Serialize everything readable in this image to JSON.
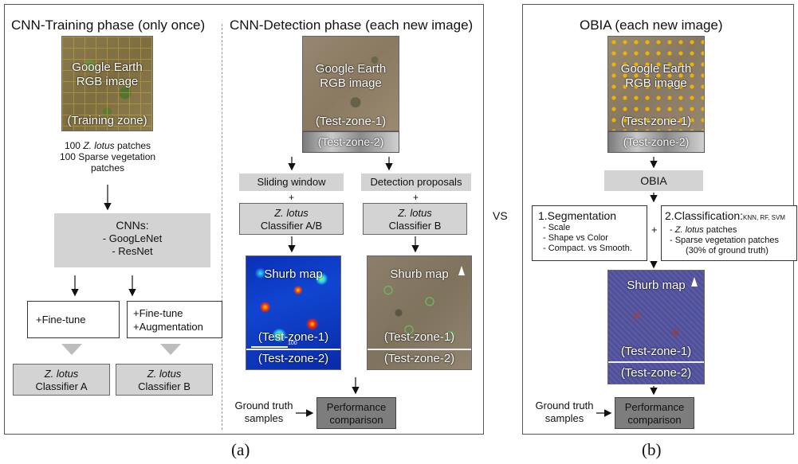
{
  "panel_a": {
    "training_title": "CNN-Training phase (only once)",
    "training_image": {
      "line1": "Google Earth",
      "line2": "RGB image",
      "zone": "(Training zone)"
    },
    "patches": {
      "line1_species": "Z. lotus",
      "line1_prefix": "100 ",
      "line1_suffix": " patches",
      "line2": "100 Sparse vegetation",
      "line3": "patches"
    },
    "cnns": {
      "title": "CNNs:",
      "item1": "- GoogLeNet",
      "item2": "- ResNet"
    },
    "finetune": "+Fine-tune",
    "finetune_aug_1": "+Fine-tune",
    "finetune_aug_2": "+Augmentation",
    "classifier_a": {
      "species": "Z. lotus",
      "label": "Classifier A"
    },
    "classifier_b": {
      "species": "Z. lotus",
      "label": "Classifier B"
    },
    "detection_title": "CNN-Detection phase (each new image)",
    "detection_image": {
      "line1": "Google Earth",
      "line2": "RGB image",
      "zone1": "(Test-zone-1)",
      "zone2": "(Test-zone-2)"
    },
    "sliding_window": "Sliding window",
    "detection_proposals": "Detection proposals",
    "plus": "+",
    "classifier_ab": {
      "species": "Z. lotus",
      "label": "Classifier A/B"
    },
    "classifier_b2": {
      "species": "Z. lotus",
      "label": "Classifier B"
    },
    "shrub_map_left": {
      "title": "Shurb map",
      "zone1": "(Test-zone-1)",
      "zone2": "(Test-zone-2)",
      "scale": "100"
    },
    "shrub_map_right": {
      "title": "Shurb map",
      "zone1": "(Test-zone-1)",
      "zone2": "(Test-zone-2)"
    },
    "ground_truth_1": "Ground truth",
    "ground_truth_2": "samples",
    "performance_1": "Performance",
    "performance_2": "comparison",
    "caption": "(a)"
  },
  "vs": "VS",
  "panel_b": {
    "title": "OBIA (each new image)",
    "image": {
      "line1": "Google Earth",
      "line2": "RGB image",
      "zone1": "(Test-zone-1)",
      "zone2": "(Test-zone-2)"
    },
    "obia": "OBIA",
    "segmentation": {
      "title": "1.Segmentation",
      "i1": "- Scale",
      "i2": "- Shape vs Color",
      "i3": "- Compact. vs Smooth."
    },
    "plus": "+",
    "classification": {
      "title": "2.Classification:",
      "methods": "KNN, RF, SVM",
      "i1_species": "Z. lotus",
      "i1_prefix": "- ",
      "i1_suffix": " patches",
      "i2": "- Sparse vegetation patches",
      "i3": "(30% of ground truth)"
    },
    "shrub_map": {
      "title": "Shurb map",
      "zone1": "(Test-zone-1)",
      "zone2": "(Test-zone-2)"
    },
    "ground_truth_1": "Ground truth",
    "ground_truth_2": "samples",
    "performance_1": "Performance",
    "performance_2": "comparison",
    "caption": "(b)"
  },
  "colors": {
    "gray_box": "#d3d3d3",
    "dark_box": "#7d7d7d",
    "panel_border": "#555555"
  }
}
